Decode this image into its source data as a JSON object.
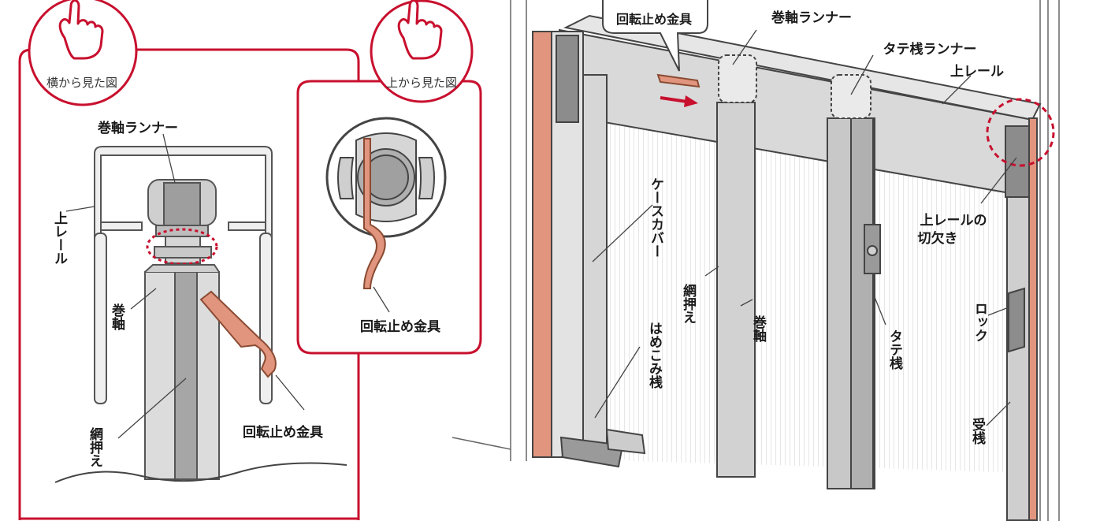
{
  "colors": {
    "frame_red": "#c8102e",
    "copper": "#e2957e",
    "copper_dark": "#a8583e",
    "gray_light": "#dcdcdc",
    "gray_mid": "#bdbdbd",
    "gray_dark": "#8c8c8c"
  },
  "icons": {
    "side_view_icon": "pointing-hand-icon",
    "top_view_icon": "pointing-hand-icon"
  },
  "side_panel": {
    "view_label": "横から見た図",
    "runner_label": "巻軸ランナー",
    "rail_label": "上レール",
    "shaft_label": "巻軸",
    "net_label": "網押え",
    "clip_label": "回転止め金具"
  },
  "top_panel": {
    "view_label": "上から見た図",
    "clip_label": "回転止め金具"
  },
  "main": {
    "callout_label": "回転止め金具",
    "shaft_runner": "巻軸ランナー",
    "stile_runner": "タテ桟ランナー",
    "upper_rail": "上レール",
    "rail_notch_line1": "上レールの",
    "rail_notch_line2": "切欠き",
    "case_cover": "ケースカバー",
    "inset_bar": "はめこみ桟",
    "net_holder": "網押え",
    "shaft": "巻軸",
    "vertical_stile": "タテ桟",
    "lock": "ロック",
    "receiver_bar": "受桟"
  }
}
